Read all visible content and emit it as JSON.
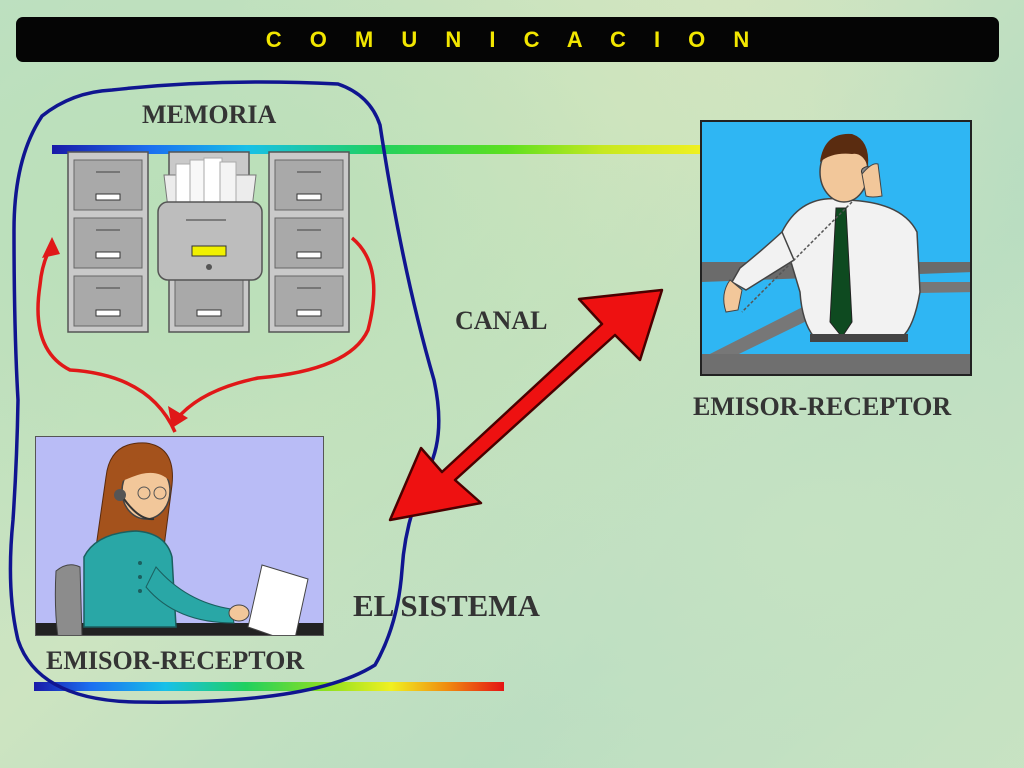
{
  "slide": {
    "title": "C O M U N I C A C I O N",
    "labels": {
      "memoria": "MEMORIA",
      "canal": "CANAL",
      "emisor_receptor_right": "EMISOR-RECEPTOR",
      "emisor_receptor_left": "EMISOR-RECEPTOR",
      "sistema": "EL SISTEMA"
    }
  },
  "colors": {
    "title_bar": "#050505",
    "title_text": "#f2e600",
    "system_outline": "#101590",
    "memory_arrows": "#e01818",
    "channel_arrow": "#ee1111",
    "man_panel_bg": "#2fb6f3",
    "woman_panel_bg": "#b9bcf6"
  },
  "icons": {
    "file_cabinets": "file-cabinet-icon",
    "man_on_phone": "man-on-phone-illustration",
    "woman_with_headset": "woman-headset-illustration"
  }
}
